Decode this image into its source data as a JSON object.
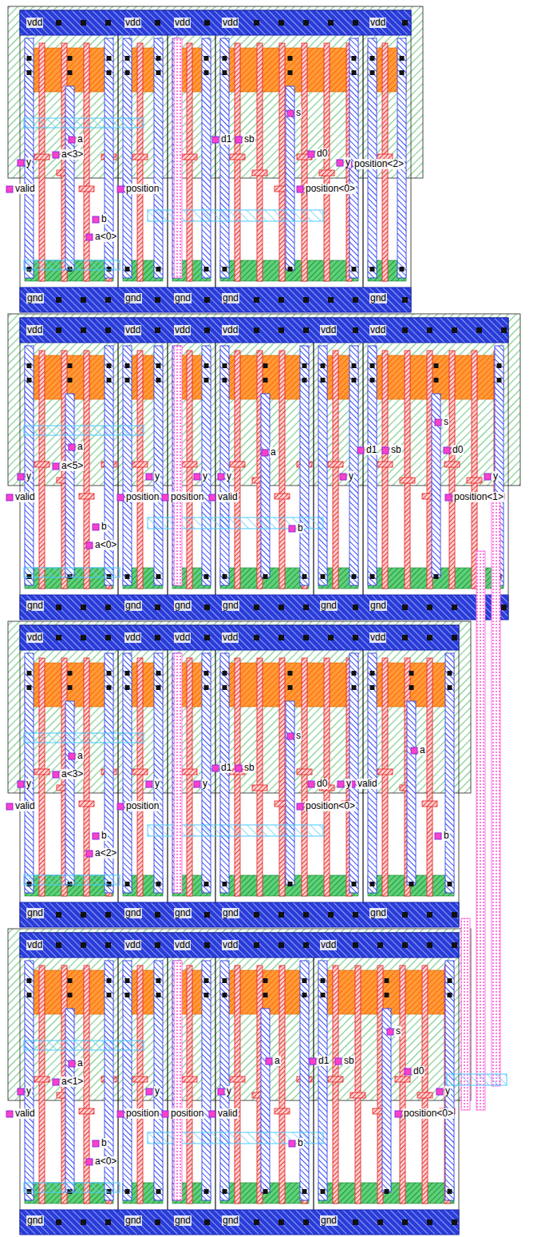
{
  "diagram": {
    "labels": [
      "vdd",
      "vdd",
      "vdd",
      "vdd",
      "vdd",
      "a",
      "a<3>",
      "y",
      "valid",
      "b",
      "a<0>",
      "position",
      "d1",
      "sb",
      "s",
      "d0",
      "position<0>",
      "y",
      "position<2>",
      "gnd",
      "gnd",
      "gnd",
      "gnd",
      "gnd",
      "vdd",
      "vdd",
      "vdd",
      "vdd",
      "vdd",
      "vdd",
      "a",
      "a<5>",
      "y",
      "valid",
      "b",
      "a<0>",
      "position",
      "position",
      "valid",
      "a",
      "b",
      "y",
      "y",
      "y",
      "y",
      "d1",
      "sb",
      "s",
      "d0",
      "y",
      "position<1>",
      "gnd",
      "gnd",
      "gnd",
      "gnd",
      "gnd",
      "gnd",
      "vdd",
      "vdd",
      "vdd",
      "vdd",
      "vdd",
      "a",
      "a<3>",
      "y",
      "valid",
      "b",
      "a<2>",
      "position",
      "y",
      "y",
      "d1",
      "sb",
      "s",
      "d0",
      "position<0>",
      "y",
      "valid",
      "a",
      "b",
      "gnd",
      "gnd",
      "gnd",
      "gnd",
      "gnd",
      "vdd",
      "vdd",
      "vdd",
      "vdd",
      "vdd",
      "a",
      "a<1>",
      "y",
      "valid",
      "b",
      "a<0>",
      "position",
      "position",
      "valid",
      "y",
      "y",
      "a",
      "b",
      "d1",
      "sb",
      "s",
      "d0",
      "y",
      "position<0>",
      "gnd",
      "gnd",
      "gnd",
      "gnd",
      "gnd"
    ]
  }
}
